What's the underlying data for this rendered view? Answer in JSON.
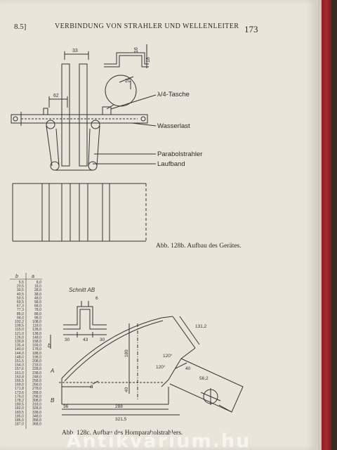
{
  "header": {
    "section": "8.5]",
    "title": "VERBINDUNG VON STRAHLER UND WELLENLEITER",
    "page_number": "173"
  },
  "fig_b": {
    "labels": {
      "lambda_pocket": "λ/4-Tasche",
      "water_load": "Wasserlast",
      "parabolic_radiator": "Parabolstrahler",
      "conveyor": "Laufband"
    },
    "dims": {
      "d33": "33",
      "d62": "62",
      "d20": "20",
      "d16": "16",
      "d18": "18"
    },
    "caption": "Abb. 128b. Aufbau des Gerätes."
  },
  "fig_c": {
    "section_label": "Schnitt AB",
    "table": {
      "headers": [
        "b",
        "a"
      ],
      "rows": [
        [
          "5,5",
          "8,0"
        ],
        [
          "20,5",
          "18,0"
        ],
        [
          "30,5",
          "28,0"
        ],
        [
          "40,5",
          "38,0"
        ],
        [
          "50,5",
          "48,0"
        ],
        [
          "60,5",
          "58,0"
        ],
        [
          "67,3",
          "68,0"
        ],
        [
          "77,3",
          "78,0"
        ],
        [
          "85,0",
          "88,0"
        ],
        [
          "94,0",
          "98,0"
        ],
        [
          "102,2",
          "108,0"
        ],
        [
          "108,5",
          "118,0"
        ],
        [
          "115,0",
          "128,0"
        ],
        [
          "121,0",
          "138,0"
        ],
        [
          "126,0",
          "148,0"
        ],
        [
          "130,8",
          "158,0"
        ],
        [
          "135,4",
          "168,0"
        ],
        [
          "140,0",
          "178,0"
        ],
        [
          "144,0",
          "188,0"
        ],
        [
          "148,0",
          "198,0"
        ],
        [
          "151,5",
          "208,0"
        ],
        [
          "154,0",
          "218,0"
        ],
        [
          "157,6",
          "228,0"
        ],
        [
          "161,0",
          "238,0"
        ],
        [
          "163,8",
          "248,0"
        ],
        [
          "166,5",
          "258,0"
        ],
        [
          "169,0",
          "268,0"
        ],
        [
          "171,8",
          "278,0"
        ],
        [
          "173,6",
          "288,0"
        ],
        [
          "176,0",
          "298,0"
        ],
        [
          "178,2",
          "308,0"
        ],
        [
          "180,5",
          "318,0"
        ],
        [
          "182,0",
          "328,0"
        ],
        [
          "183,5",
          "338,0"
        ],
        [
          "185,0",
          "348,0"
        ],
        [
          "186,0",
          "358,0"
        ],
        [
          "187,0",
          "368,0"
        ]
      ]
    },
    "dims": {
      "d43": "43",
      "d30a": "30",
      "d30b": "30",
      "d131": "131,2",
      "d120a": "120°",
      "d120b": "120°",
      "d40": "40",
      "d562": "56,2",
      "d40v": "40",
      "d288": "288",
      "d3215": "321,5",
      "d189": "189",
      "d36": "36",
      "d6": "6"
    },
    "letters": {
      "a": "a",
      "b": "b",
      "A": "A",
      "B": "B"
    },
    "caption": "Abb. 128c. Aufbau des Hornparabolstrahlers."
  },
  "watermark": "Antikvárium.hu"
}
